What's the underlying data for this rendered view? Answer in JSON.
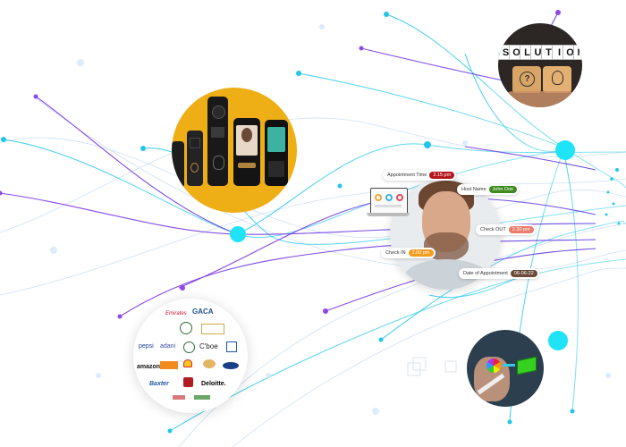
{
  "solution_heading": [
    "S",
    "O",
    "L",
    "U",
    "T",
    "I",
    "O",
    "N"
  ],
  "visitor_card": {
    "appointment_time_label": "Appointment Time",
    "appointment_time_value": "2.15 pm",
    "host_name_label": "Host Name",
    "host_name_value": "John Doe",
    "check_out_label": "Check OUT",
    "check_out_value": "2.30 pm",
    "check_in_label": "Check IN",
    "check_in_value": "2.00 pm",
    "date_label": "Date of Appointment",
    "date_value": "06-06-22"
  },
  "client_logos": [
    {
      "name": "Emirates",
      "color": "#c8102e"
    },
    {
      "name": "GACA",
      "color": "#1f4e8c"
    },
    {
      "name": "pepsi",
      "color": "#1a3f8f"
    },
    {
      "name": "adani",
      "color": "#3a4fa0"
    },
    {
      "name": "C'boe",
      "color": "#1b1b1b"
    },
    {
      "name": "amazon",
      "color": "#111111"
    },
    {
      "name": "Baxter",
      "color": "#1c5aa6"
    },
    {
      "name": "Deloitte.",
      "color": "#000000"
    }
  ],
  "colors": {
    "purple_line": "#8c48ea",
    "cyan_line": "#22c6ea",
    "bright_cyan": "#1fe3f6",
    "device_bg": "#eeaf16",
    "hub_line": "#6b4fe0"
  },
  "icons": [
    "fingerprint-icon",
    "lightbulb-icon",
    "question-icon",
    "color-wheel-icon",
    "cube-icon"
  ]
}
